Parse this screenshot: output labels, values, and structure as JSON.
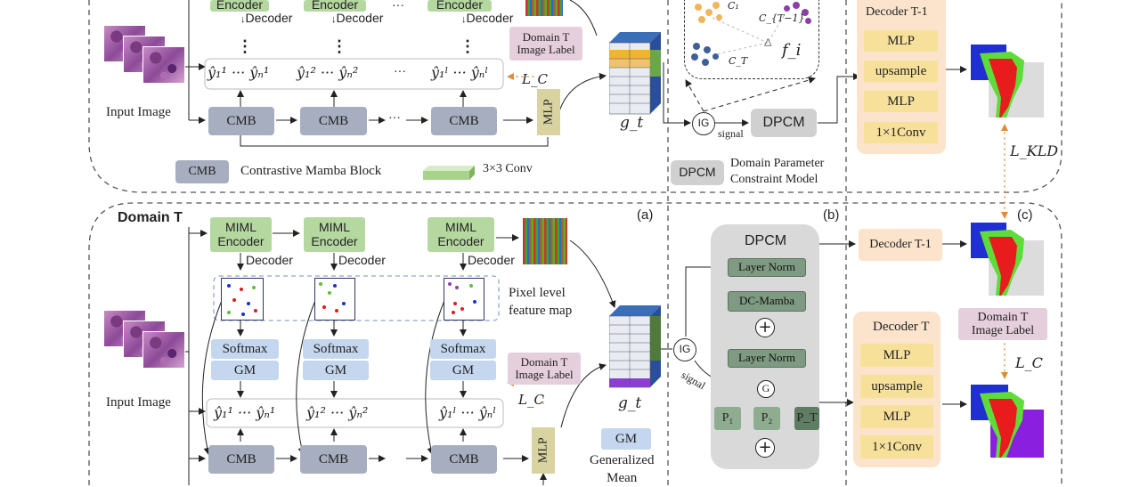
{
  "top": {
    "encoders": [
      "Encoder",
      "Encoder",
      "Encoder"
    ],
    "decoder_label": "Decoder",
    "ellipsis": "···",
    "vdots": "⋮",
    "pred_groups": [
      "ŷ₁¹ ··· ŷₙ¹",
      "ŷ₁² ··· ŷₙ²",
      "ŷ₁ˡ ··· ŷₙˡ"
    ],
    "cmb_label": "CMB",
    "mlp_label": "MLP",
    "domain_label": "Domain T\nImage Label",
    "lc": "L_C",
    "input_image": "Input Image",
    "gt": "g_t",
    "legend_cmb": "CMB",
    "legend_cmb_text": "Contrastive  Mamba Block",
    "legend_conv_text": "3×3 Conv"
  },
  "b_top": {
    "c1": "C₁",
    "ct1": "C_{T−1}",
    "ct": "C_T",
    "fi": "f_i",
    "ig": "IG",
    "signal": "signal",
    "dpcm": "DPCM",
    "legend_dpcm": "DPCM",
    "legend_dpcm_text": "Domain Parameter\nConstraint Model"
  },
  "c_top": {
    "title": "Decoder T-1",
    "layers": [
      "MLP",
      "upsample",
      "MLP",
      "1×1Conv"
    ],
    "lkld": "L_KLD"
  },
  "bottom": {
    "domain_title": "Domain T",
    "panel_a": "(a)",
    "panel_b": "(b)",
    "panel_c": "(c)",
    "encoders": [
      "MIML\nEncoder",
      "MIML\nEncoder",
      "MIML\nEncoder"
    ],
    "decoder_label": "Decoder",
    "pixel_label": "Pixel level\nfeature map",
    "softmax": "Softmax",
    "gm": "GM",
    "pred_groups": [
      "ŷ₁¹ ··· ŷₙ¹",
      "ŷ₁² ··· ŷₙ²",
      "ŷ₁ˡ ··· ŷₙˡ"
    ],
    "cmb_label": "CMB",
    "mlp_label": "MLP",
    "domain_label": "Domain T\nImage Label",
    "lc": "L_C",
    "input_image": "Input Image",
    "gt": "g_t",
    "gm_legend": "GM",
    "gm_legend_text": "Generalized\nMean"
  },
  "dpcm_detail": {
    "title": "DPCM",
    "layer_norm": "Layer Norm",
    "dc_mamba": "DC-Mamba",
    "g": "G",
    "p1": "P₁",
    "p2": "P₂",
    "pt": "P_T",
    "ig": "IG",
    "signal": "signal"
  },
  "c_bottom": {
    "decoder_t1": "Decoder T-1",
    "title": "Decoder T",
    "layers": [
      "MLP",
      "upsample",
      "MLP",
      "1×1Conv"
    ],
    "domain_label": "Domain T\nImage Label",
    "lc": "L_C"
  }
}
